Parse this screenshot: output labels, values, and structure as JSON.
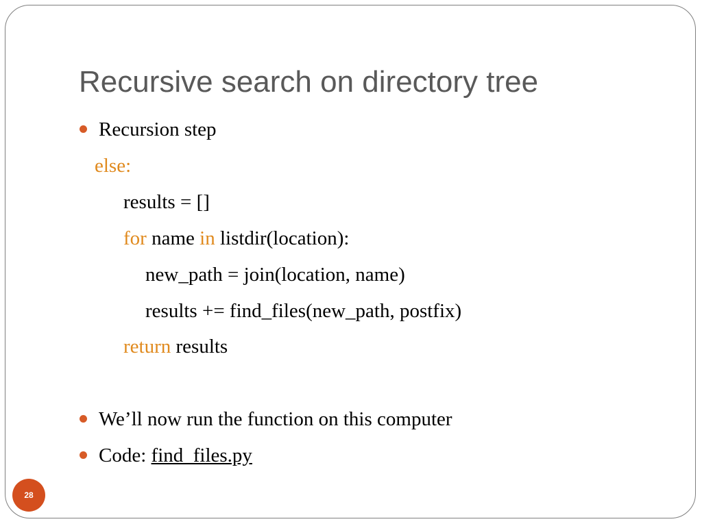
{
  "slide": {
    "title": "Recursive search on directory tree",
    "bullet1": "Recursion step",
    "code": {
      "else_kw": "else:",
      "line_results": "results = []",
      "for_kw": "for",
      "for_name": " name ",
      "in_kw": "in",
      "for_rest": " listdir(location):",
      "new_path": "new_path = join(location, name)",
      "results_add": "results += find_files(new_path, postfix)",
      "return_kw": "return",
      "return_rest": " results"
    },
    "bullet2": "We’ll now run the function on this computer",
    "bullet3_prefix": "Code: ",
    "bullet3_link": "find_files.py",
    "page_number": "28"
  },
  "colors": {
    "title": "#595959",
    "keyword": "#e08a1e",
    "bullet": "#d75b27",
    "page_badge": "#d44f1e"
  }
}
